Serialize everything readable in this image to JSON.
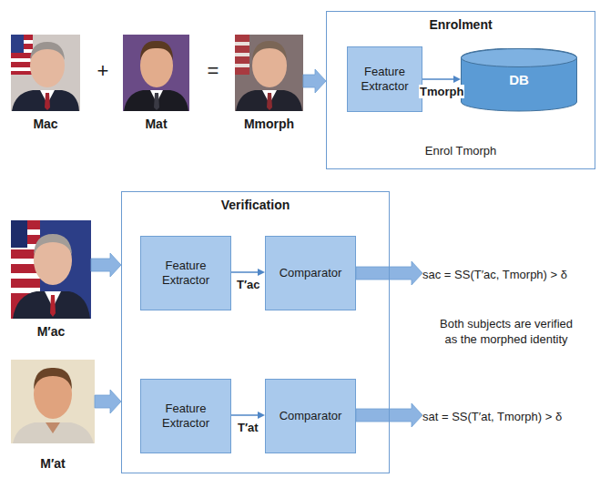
{
  "diagram": {
    "nodes": [
      {
        "text": [
          "Mac"
        ]
      },
      {
        "text": [
          "Mat"
        ]
      },
      {
        "text": [
          "Mmorph"
        ]
      },
      {
        "text": [
          "Enrolment",
          "Enrol Tmorph"
        ]
      },
      {
        "text": [
          "Feature Extractor"
        ],
        "in": 3
      },
      {
        "text": [
          "DB"
        ],
        "in": 3
      },
      {
        "text": [
          "M′ac"
        ]
      },
      {
        "text": [
          "M′at"
        ]
      },
      {
        "text": [
          "Verification"
        ]
      },
      {
        "text": [
          "Feature Extractor"
        ],
        "in": 8
      },
      {
        "text": [
          "Comparator"
        ],
        "in": 8
      },
      {
        "text": [
          "Feature Extractor"
        ],
        "in": 8
      },
      {
        "text": [
          "Comparator"
        ],
        "in": 8
      },
      {
        "text": [
          "sac = SS(T′ac, Tmorph) > δ"
        ]
      },
      {
        "text": [
          "sat = SS(T′at, Tmorph) > δ"
        ]
      }
    ],
    "edges": [
      {
        "from": 2,
        "to": 3,
        "arrow": "to"
      },
      {
        "from": 4,
        "to": 5,
        "label": "Tmorph",
        "arrow": "to"
      },
      {
        "from": 6,
        "to": 8,
        "arrow": "to"
      },
      {
        "from": 7,
        "to": 8,
        "arrow": "to"
      },
      {
        "from": 9,
        "to": 10,
        "label": "T′ac",
        "arrow": "to"
      },
      {
        "from": 11,
        "to": 12,
        "label": "T′at",
        "arrow": "to"
      },
      {
        "from": 10,
        "to": 13,
        "arrow": "to"
      },
      {
        "from": 12,
        "to": 14,
        "arrow": "to"
      }
    ],
    "labels": [
      "+",
      "=",
      "Both subjects are verified as the morphed identity"
    ]
  }
}
